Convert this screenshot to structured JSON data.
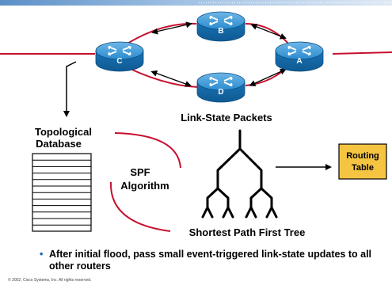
{
  "routers": [
    {
      "id": "B",
      "label": "B"
    },
    {
      "id": "A",
      "label": "A"
    },
    {
      "id": "C",
      "label": "C"
    },
    {
      "id": "D",
      "label": "D"
    }
  ],
  "packets_label": "Link-State Packets",
  "database_label_line1": "Topological",
  "database_label_line2": "Database",
  "algorithm_label_line1": "SPF",
  "algorithm_label_line2": "Algorithm",
  "tree_label": "Shortest Path First Tree",
  "routing_table_line1": "Routing",
  "routing_table_line2": "Table",
  "bullet": "After initial flood, pass small event-triggered link-state updates to all other routers",
  "copyright": "© 2002, Cisco Systems, Inc. All rights reserved.",
  "colors": {
    "router": "#1e82c4",
    "link": "#c8102e",
    "routing_table": "#f5c542",
    "bullet": "#1f66b8",
    "topbar": "#5b8fc7"
  },
  "icons": [
    "router-icon",
    "database-icon",
    "tree-icon",
    "arrow-icon"
  ]
}
